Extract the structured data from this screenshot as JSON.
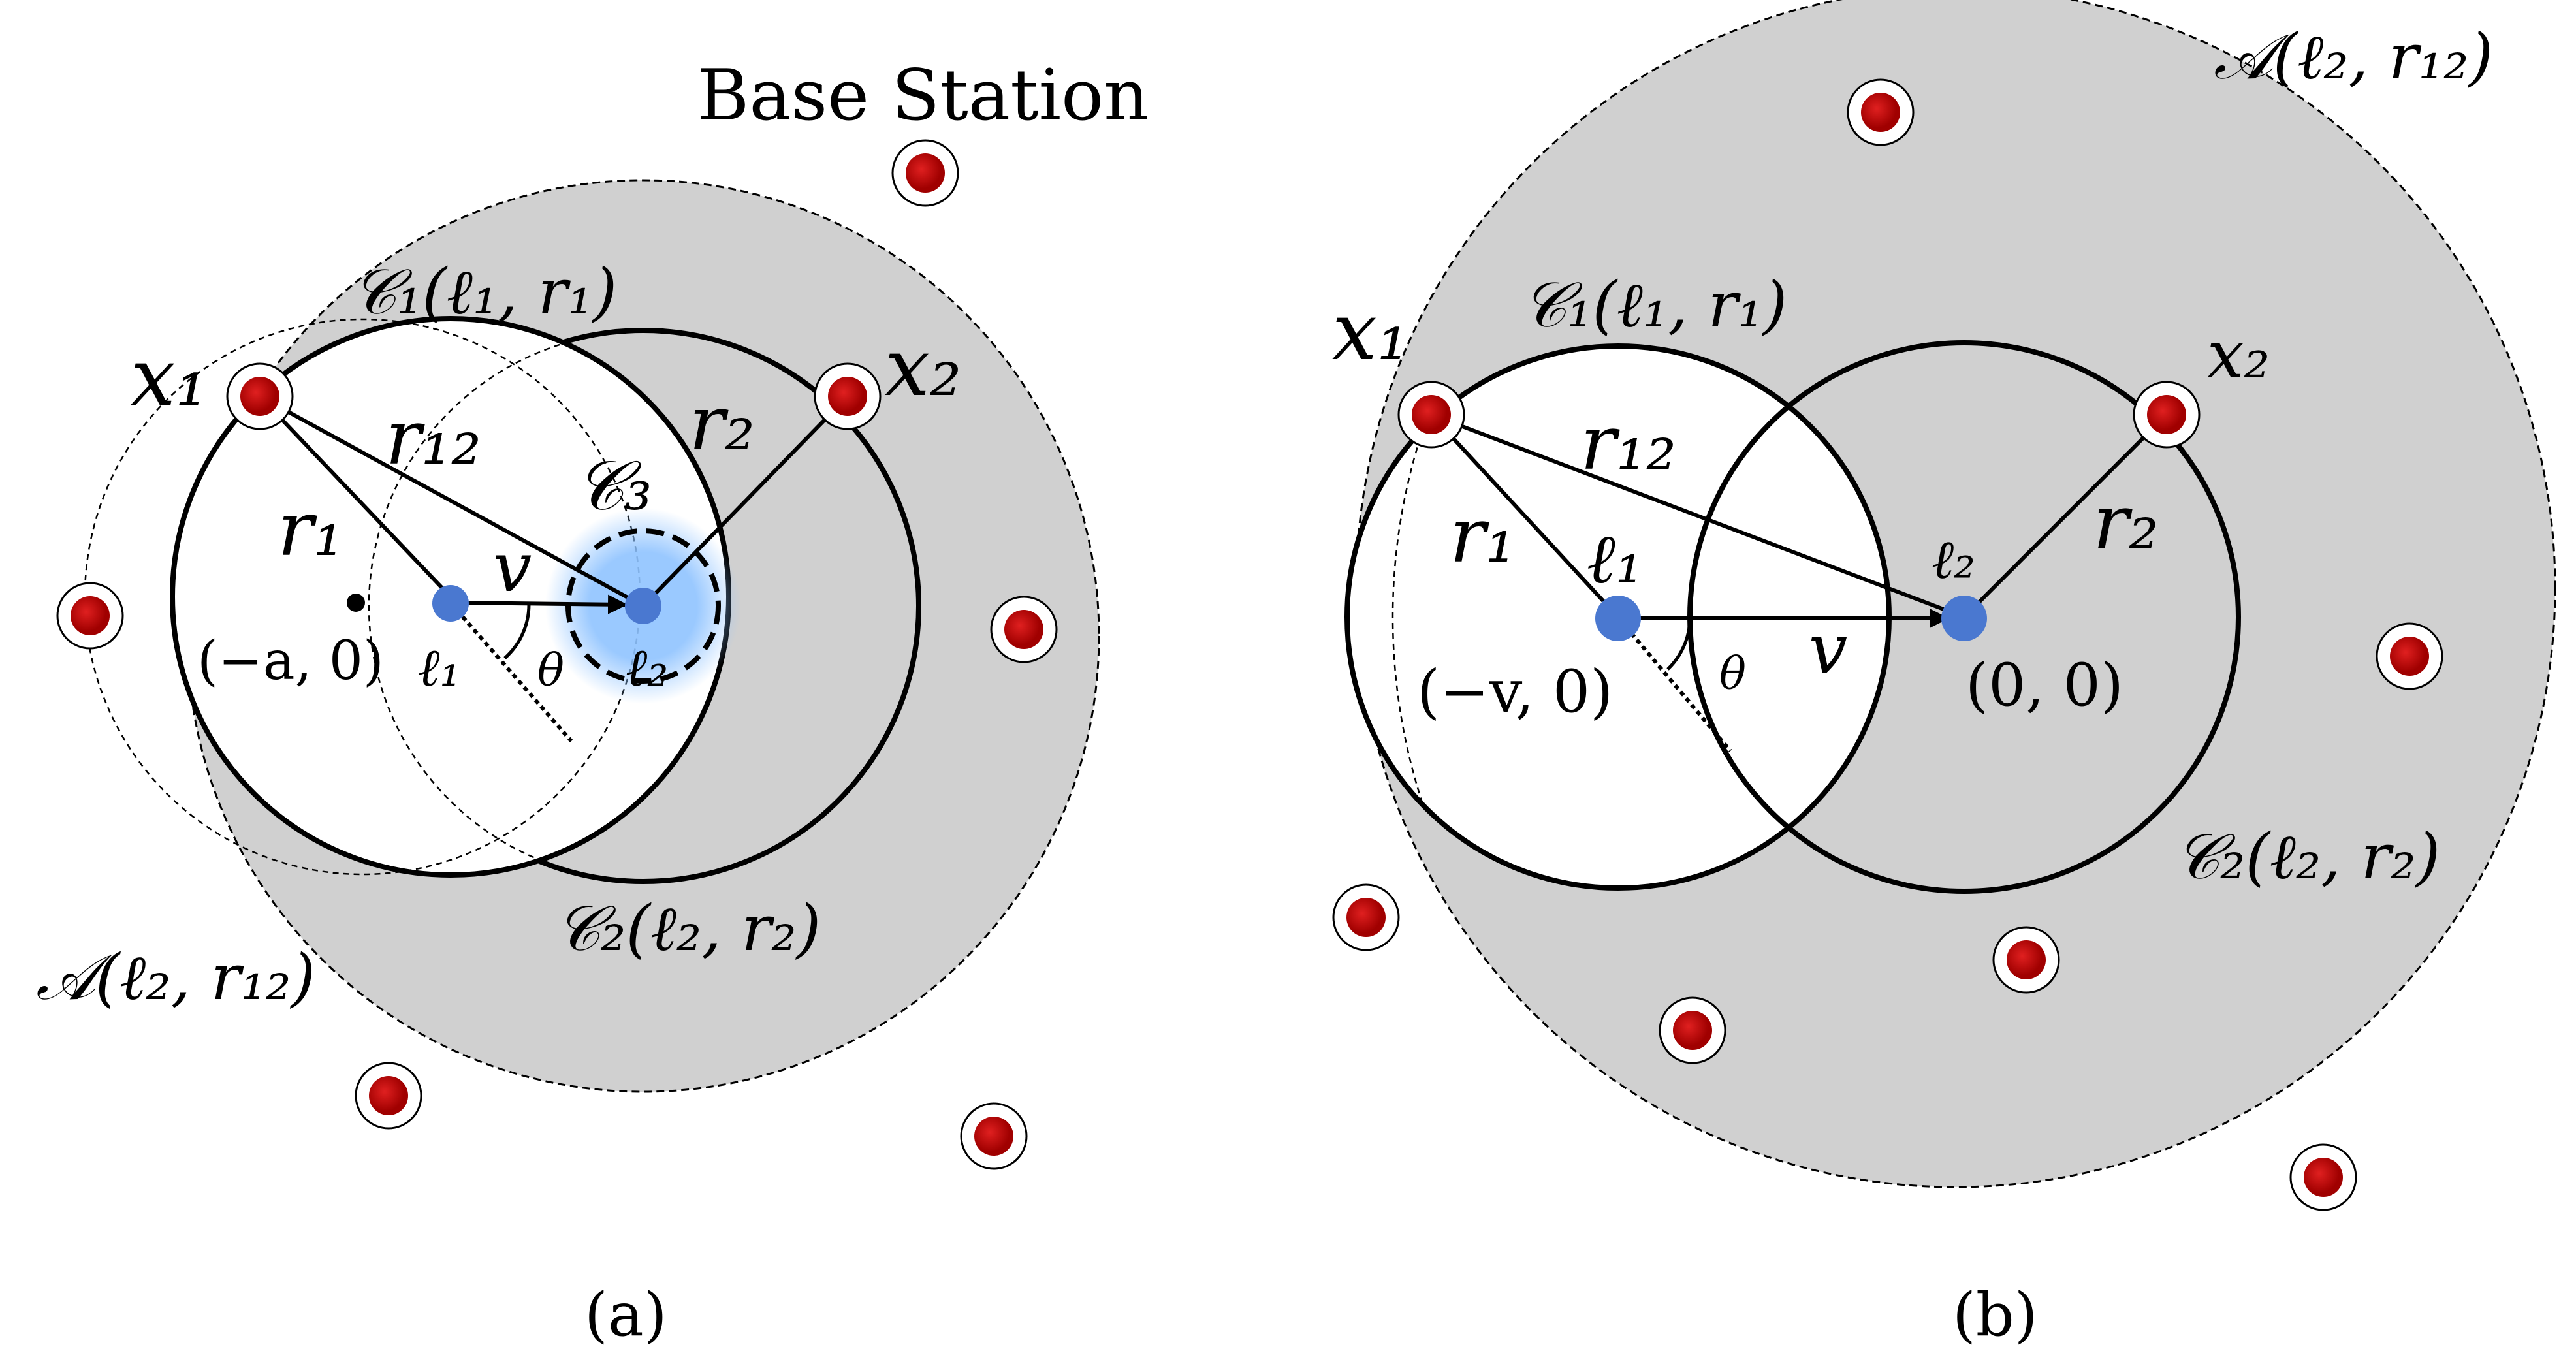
{
  "panel_a": {
    "base_station_label": "Base Station",
    "x1": "x₁",
    "x2": "x₂",
    "r12": "r₁₂",
    "r1": "r₁",
    "r2": "r₂",
    "v": "v",
    "theta": "θ",
    "c1": "𝒞₁(ℓ₁, r₁)",
    "c2": "𝒞₂(ℓ₂, r₂)",
    "c3": "𝒞₃",
    "area": "𝒜(ℓ₂, r₁₂)",
    "l1": "ℓ₁",
    "l2": "ℓ₂",
    "origin": "(−a, 0)",
    "caption": "(a)"
  },
  "panel_b": {
    "x1": "x₁",
    "x2": "x₂",
    "r12": "r₁₂",
    "r1": "r₁",
    "r2": "r₂",
    "v": "v",
    "theta": "θ",
    "c1": "𝒞₁(ℓ₁, r₁)",
    "c2": "𝒞₂(ℓ₂, r₂)",
    "area": "𝒜(ℓ₂, r₁₂)",
    "l1": "ℓ₁",
    "l2": "ℓ₂",
    "coord_l1": "(−v, 0)",
    "coord_l2": "(0, 0)",
    "caption": "(b)"
  },
  "colors": {
    "shaded_area": "#d0d0d0",
    "base_station": "#c00000",
    "user": "#4a78d0",
    "glow": "#8fc3ff"
  }
}
